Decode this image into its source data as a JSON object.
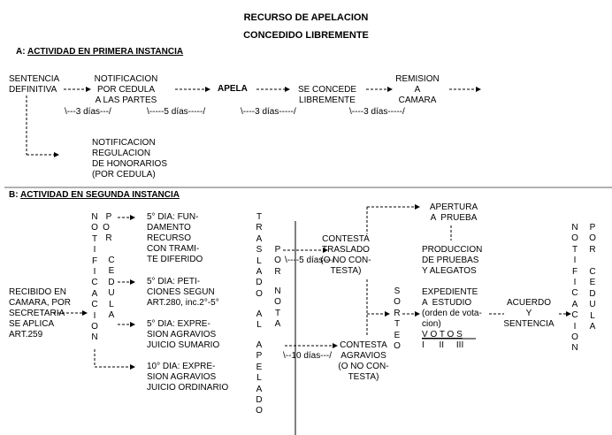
{
  "title": {
    "line1": "RECURSO DE APELACION",
    "line2": "CONCEDIDO LIBREMENTE"
  },
  "section_a": {
    "letter": "A:",
    "heading": "ACTIVIDAD EN PRIMERA INSTANCIA",
    "sentencia": "SENTENCIA\nDEFINITIVA",
    "notif_cedula": "NOTIFICACION\nPOR CEDULA\nA LAS PARTES",
    "apela": "APELA",
    "se_concede": "SE CONCEDE\nLIBREMENTE",
    "remision": "REMISION\nA\nCAMARA",
    "dias1": "\\---3 días---/",
    "dias2": "\\-----5 días-----/",
    "dias3": "\\----3 días-----/",
    "dias4": "\\----3 días-----/",
    "notif_regulacion": "NOTIFICACION\nREGULACION\nDE HONORARIOS\n(POR CEDULA)"
  },
  "section_b": {
    "letter": "B:",
    "heading": "ACTIVIDAD EN SEGUNDA INSTANCIA",
    "recibido": "RECIBIDO EN\nCAMARA, POR\nSECRETARIA\nSE APLICA\nART.259",
    "notificacion_vert": "NOTIFICACION",
    "por_cedula_vert_p": "P",
    "por_cedula_vert_o": "O",
    "por_cedula_vert_r": "R",
    "cedula_vert": "CEDULA",
    "dia5_fundamento": "5° DIA: FUN-\nDAMENTO\nRECURSO\nCON TRAMI-\nTE DIFERIDO",
    "dia5_peticiones": "5° DIA: PETI-\nCIONES SEGUN\nART.280, inc.2°-5°",
    "dia5_expresion": "5° DIA: EXPRE-\nSION AGRAVIOS\nJUICIO SUMARIO",
    "dia10_expresion": "10° DIA: EXPRE-\nSION AGRAVIOS\nJUICIO ORDINARIO",
    "traslado_vert": "TRASLADO",
    "al_vert": "AL",
    "apelado_vert": "APELADO",
    "por_vert": "POR",
    "nota_vert": "NOTA",
    "contesta_traslado": "CONTESTA\nTRASLADO\n(O NO CON-\nTESTA)",
    "dias5": "\\----5 días---/",
    "contesta_agravios": "CONTESTA\nAGRAVIOS\n(O NO CON-\nTESTA)",
    "dias10": "\\--10 días---/",
    "sorteo_vert": "SORTEO",
    "apertura": "APERTURA\nA  PRUEBA",
    "produccion": "PRODUCCION\nDE PRUEBAS\nY ALEGATOS",
    "expediente": "EXPEDIENTE\nA  ESTUDIO\n(orden de vota-\ncion)",
    "votos": "V O T O S",
    "votos_nums": "I      II     III",
    "acuerdo": "ACUERDO\nY\nSENTENCIA",
    "notificacion2_vert": "NOTIFICACION",
    "por2_vert": "POR",
    "cedula2_vert": "CEDULA"
  }
}
